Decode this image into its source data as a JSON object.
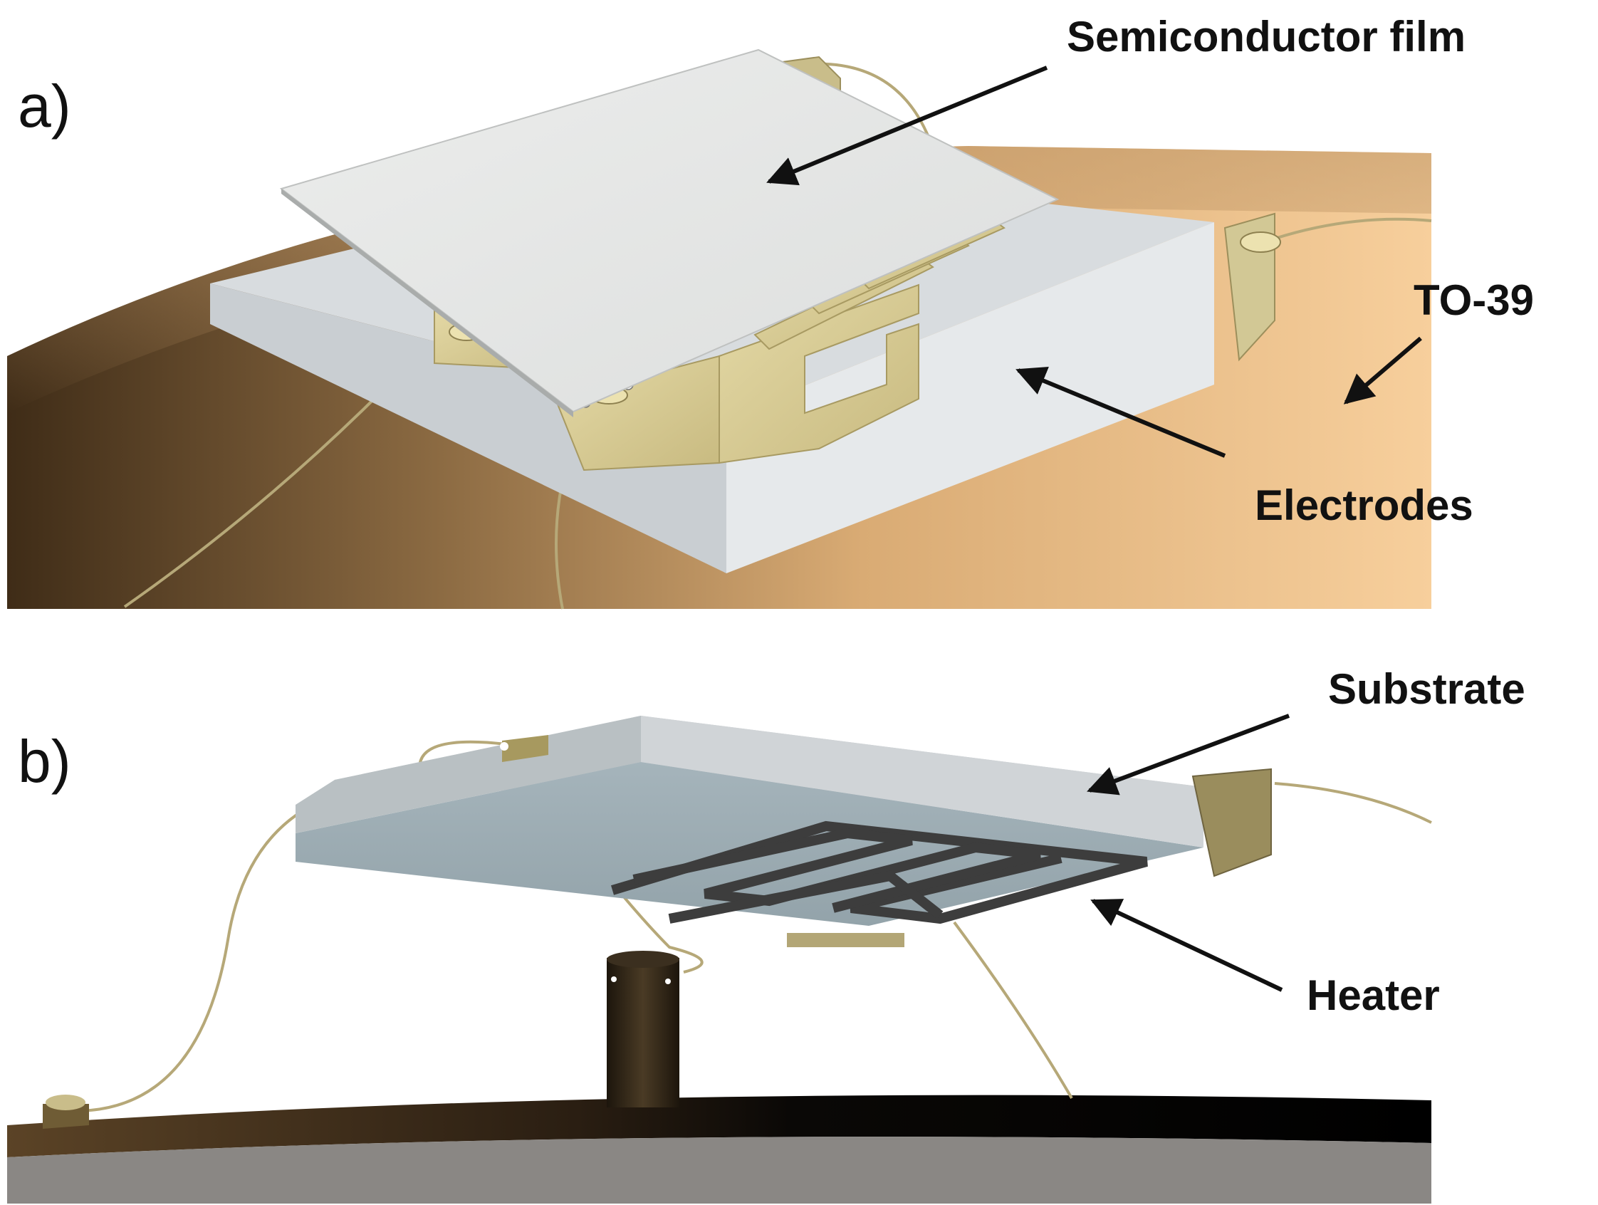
{
  "panels": {
    "a": {
      "label": "a)"
    },
    "b": {
      "label": "b)"
    }
  },
  "labels": {
    "semiconductor_film": "Semiconductor film",
    "to39": "TO-39",
    "electrodes": "Electrodes",
    "substrate": "Substrate",
    "heater": "Heater"
  },
  "colors": {
    "gold": "#d6cb97",
    "gold_dark": "#a89a62",
    "substrate_top": "#d8dcdf",
    "substrate_side": "#c2c7cb",
    "film": "#e6e7e6",
    "heater_dark": "#3d3d3d",
    "base_bronze": "#8a6a40",
    "base_light": "#f3c894"
  }
}
